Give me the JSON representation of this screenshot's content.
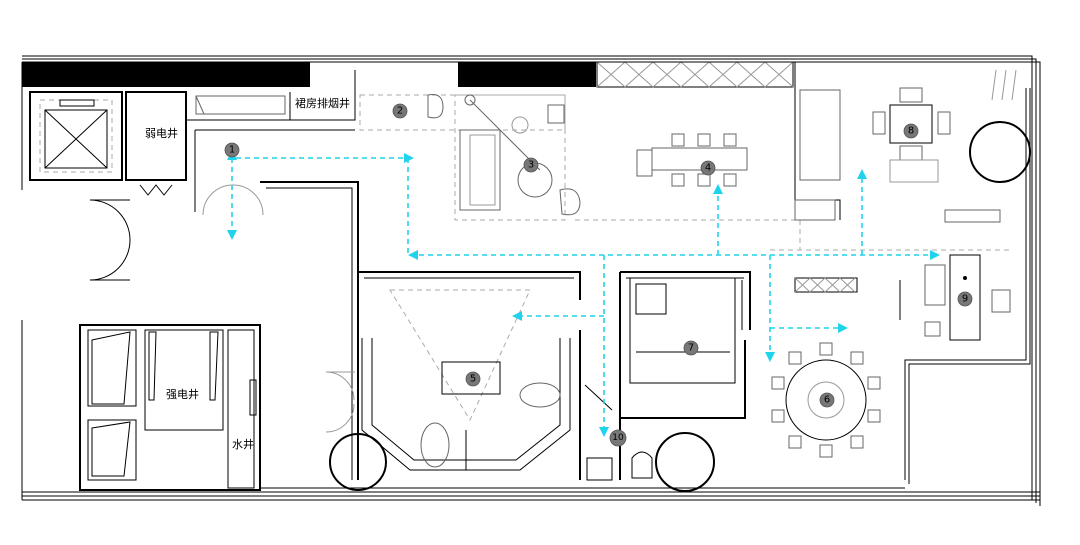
{
  "room_labels": {
    "weak_electric_shaft": "弱电井",
    "kitchen_exhaust_shaft": "裙房排烟井",
    "strong_electric_shaft": "强电井",
    "water_shaft": "水井"
  },
  "zone_markers": [
    "1",
    "2",
    "3",
    "4",
    "5",
    "6",
    "7",
    "8",
    "9",
    "10"
  ],
  "colors": {
    "walls": "#000000",
    "flow_arrows": "#1fd3ea",
    "markers": "#777777"
  }
}
